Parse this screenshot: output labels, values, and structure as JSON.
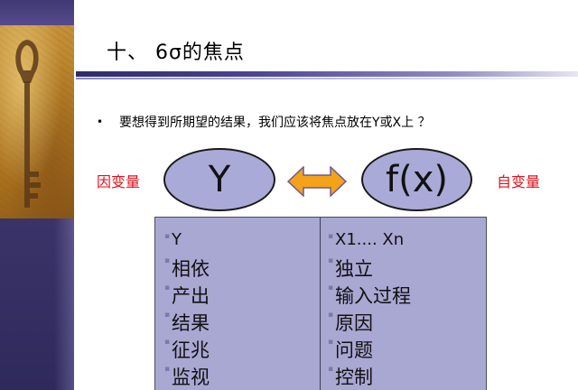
{
  "slide": {
    "title": "十、 6σ的焦点",
    "bullet": "要想得到所期望的结果，我们应该将焦点放在Y或X上 ？",
    "dependent_label": "因变量",
    "independent_label": "自变量",
    "left_oval": "Y",
    "right_oval": "f(x)",
    "left_column": [
      "Y",
      "相依",
      "产出",
      "结果",
      "征兆",
      "监视"
    ],
    "right_column": [
      "X1.... Xn",
      "独立",
      "输入过程",
      "原因",
      "问题",
      "控制"
    ]
  },
  "colors": {
    "accent_red": "#e0101a",
    "oval_fill": "#aaaad8",
    "table_fill": "#a9a8d3",
    "arrow_fill": "#f5a21b",
    "title_rule": "#2f2a6a"
  }
}
